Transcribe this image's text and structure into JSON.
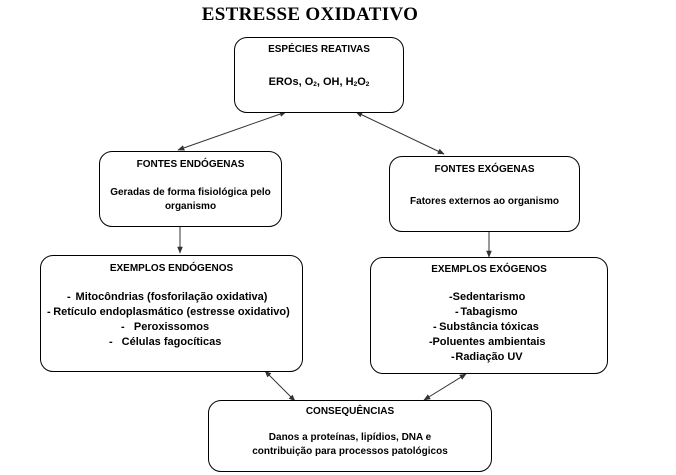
{
  "title": "ESTRESSE OXIDATIVO",
  "especies": {
    "heading": "ESPÉCIES REATIVAS",
    "formula": {
      "eros": "EROs, ",
      "o": "O",
      "o_sub": "2",
      "o_sep": ",  ",
      "oh": "OH, ",
      "h": "H",
      "h_sub": "2",
      "o2": "O",
      "o2_sub": "2"
    }
  },
  "endogenas": {
    "heading": "FONTES ENDÓGENAS",
    "text": [
      "Geradas de forma fisiológica pelo",
      "organismo"
    ]
  },
  "exogenas": {
    "heading": "FONTES EXÓGENAS",
    "text": [
      "Fatores externos ao organismo"
    ]
  },
  "exemplos_endogenos": {
    "heading": "EXEMPLOS ENDÓGENOS",
    "items": [
      "Mitocôndrias (fosforilação oxidativa)",
      "Retículo endoplasmático (estresse oxidativo)",
      "Peroxissomos",
      "Células fagocíticas"
    ],
    "dash": "-"
  },
  "exemplos_exogenos": {
    "heading": "EXEMPLOS EXÓGENOS",
    "items": [
      "Sedentarismo",
      "Tabagismo",
      "Substância tóxicas",
      "Poluentes ambientais",
      "Radiação UV"
    ],
    "dash": "-"
  },
  "consequencias": {
    "heading": "CONSEQUÊNCIAS",
    "text": [
      "Danos a proteínas, lipídios, DNA e",
      "contribuição para  processos patológicos"
    ]
  }
}
